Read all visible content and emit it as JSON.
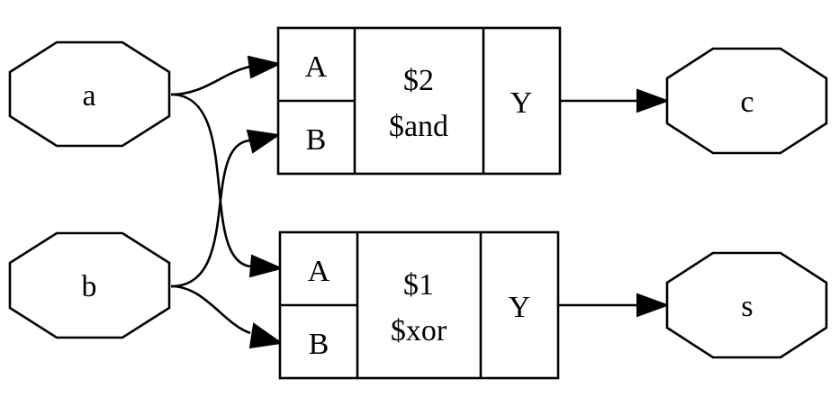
{
  "inputs": [
    {
      "id": "a",
      "label": "a"
    },
    {
      "id": "b",
      "label": "b"
    }
  ],
  "outputs": [
    {
      "id": "c",
      "label": "c"
    },
    {
      "id": "s",
      "label": "s"
    }
  ],
  "cells": [
    {
      "id": "$2",
      "name": "$2",
      "type": "$and",
      "in_ports": [
        "A",
        "B"
      ],
      "out_port": "Y"
    },
    {
      "id": "$1",
      "name": "$1",
      "type": "$xor",
      "in_ports": [
        "A",
        "B"
      ],
      "out_port": "Y"
    }
  ],
  "edges": [
    {
      "from": "a",
      "to": "$2.A"
    },
    {
      "from": "a",
      "to": "$1.A"
    },
    {
      "from": "b",
      "to": "$2.B"
    },
    {
      "from": "b",
      "to": "$1.B"
    },
    {
      "from": "$2.Y",
      "to": "c"
    },
    {
      "from": "$1.Y",
      "to": "s"
    }
  ]
}
